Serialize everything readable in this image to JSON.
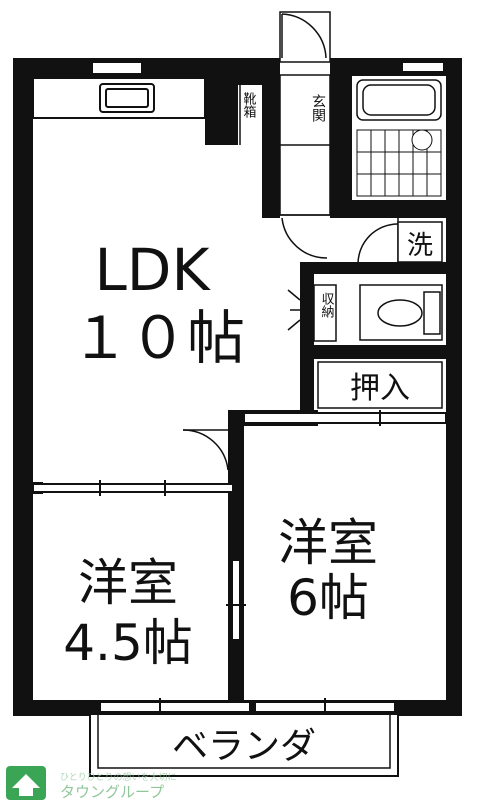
{
  "rooms": {
    "ldk": {
      "name": "LDK",
      "size": "１０帖"
    },
    "western_45": {
      "name": "洋室",
      "size": "4.5帖"
    },
    "western_6": {
      "name": "洋室",
      "size": "6帖"
    }
  },
  "labels": {
    "entrance": "玄関",
    "shoe_storage": "靴箱",
    "washer": "洗",
    "storage_shelf": "収納",
    "closet": "押入",
    "balcony": "ベランダ"
  },
  "logo": {
    "tagline": "ひとりひとりの想いを大切に",
    "company": "タウングループ"
  },
  "colors": {
    "wall": "#111111",
    "logo_green": "#3aa655",
    "logo_text": "#8fc79a"
  },
  "icons": [
    "sink-icon",
    "bathtub-icon",
    "toilet-icon",
    "logo-house-icon"
  ]
}
